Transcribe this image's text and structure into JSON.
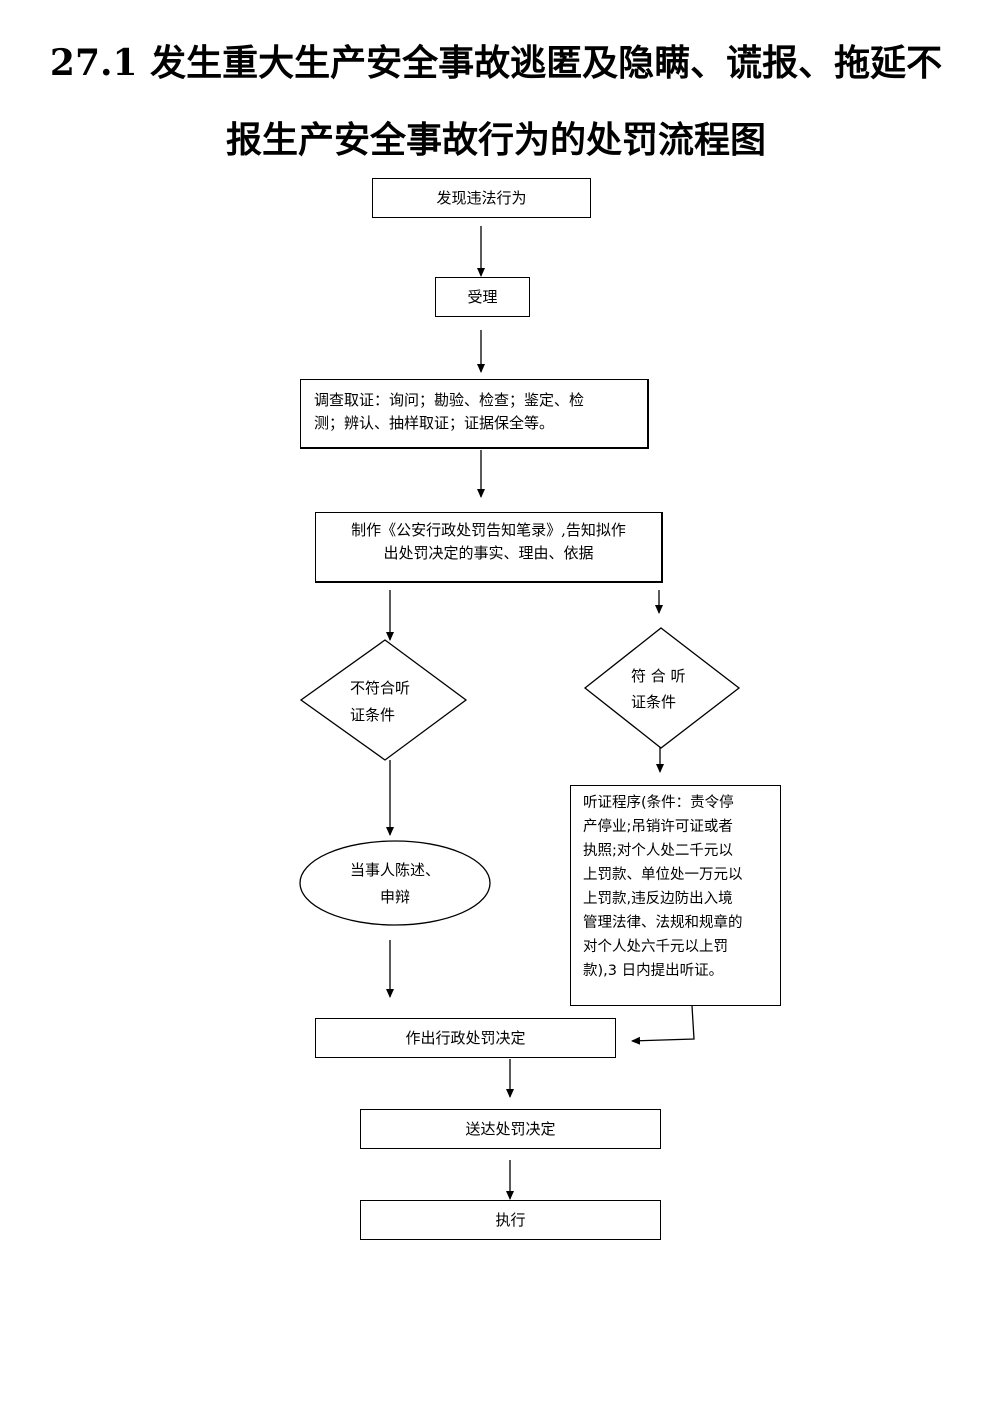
{
  "title": {
    "line1": "27.1 发生重大生产安全事故逃匿及隐瞒、谎报、拖延不",
    "line2": "报生产安全事故行为的处罚流程图"
  },
  "nodes": {
    "discover": "发现违法行为",
    "accept": "受理",
    "investigate_line1": "调查取证：询问；勘验、检查；鉴定、检",
    "investigate_line2": "测；辨认、抽样取证；证据保全等。",
    "notify_line1": "制作《公安行政处罚告知笔录》,告知拟作",
    "notify_line2": "出处罚决定的事实、理由、依据",
    "not_meet_line1": "不符合听",
    "not_meet_line2": "证条件",
    "meet_line1": "符 合 听",
    "meet_line2": "证条件",
    "statement_line1": "当事人陈述、",
    "statement_line2": "申辩",
    "hearing_lines": [
      "听证程序(条件：责令停",
      "产停业;吊销许可证或者",
      "执照;对个人处二千元以",
      "上罚款、单位处一万元以",
      "上罚款,违反边防出入境",
      "管理法律、法规和规章的",
      "对个人处六千元以上罚",
      "款),3 日内提出听证。"
    ],
    "decision": "作出行政处罚决定",
    "deliver": "送达处罚决定",
    "execute": "执行"
  }
}
